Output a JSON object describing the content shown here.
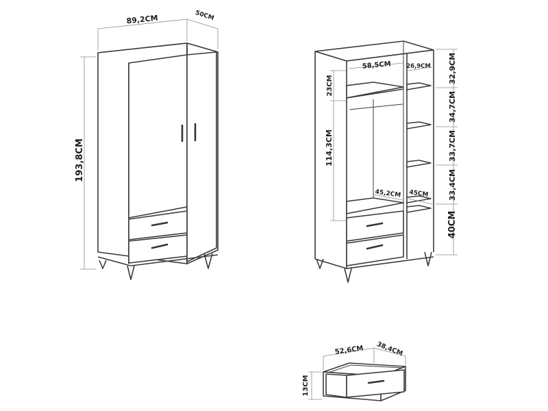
{
  "diagram": {
    "closed_wardrobe": {
      "width": "89,2CM",
      "depth": "50CM",
      "height": "193,8CM"
    },
    "open_wardrobe": {
      "inner_width": "58,5CM",
      "shelf_depth": "26,9CM",
      "top_space": "23CM",
      "hanging_height": "114,3CM",
      "hanging_depth": "45,2CM",
      "shelf_comp_depth": "45CM",
      "side_heights": [
        "32,9CM",
        "34,7CM",
        "33,7CM",
        "33,4CM",
        "40CM"
      ]
    },
    "drawer": {
      "width": "52,6CM",
      "depth": "38,4CM",
      "height": "13CM"
    }
  }
}
